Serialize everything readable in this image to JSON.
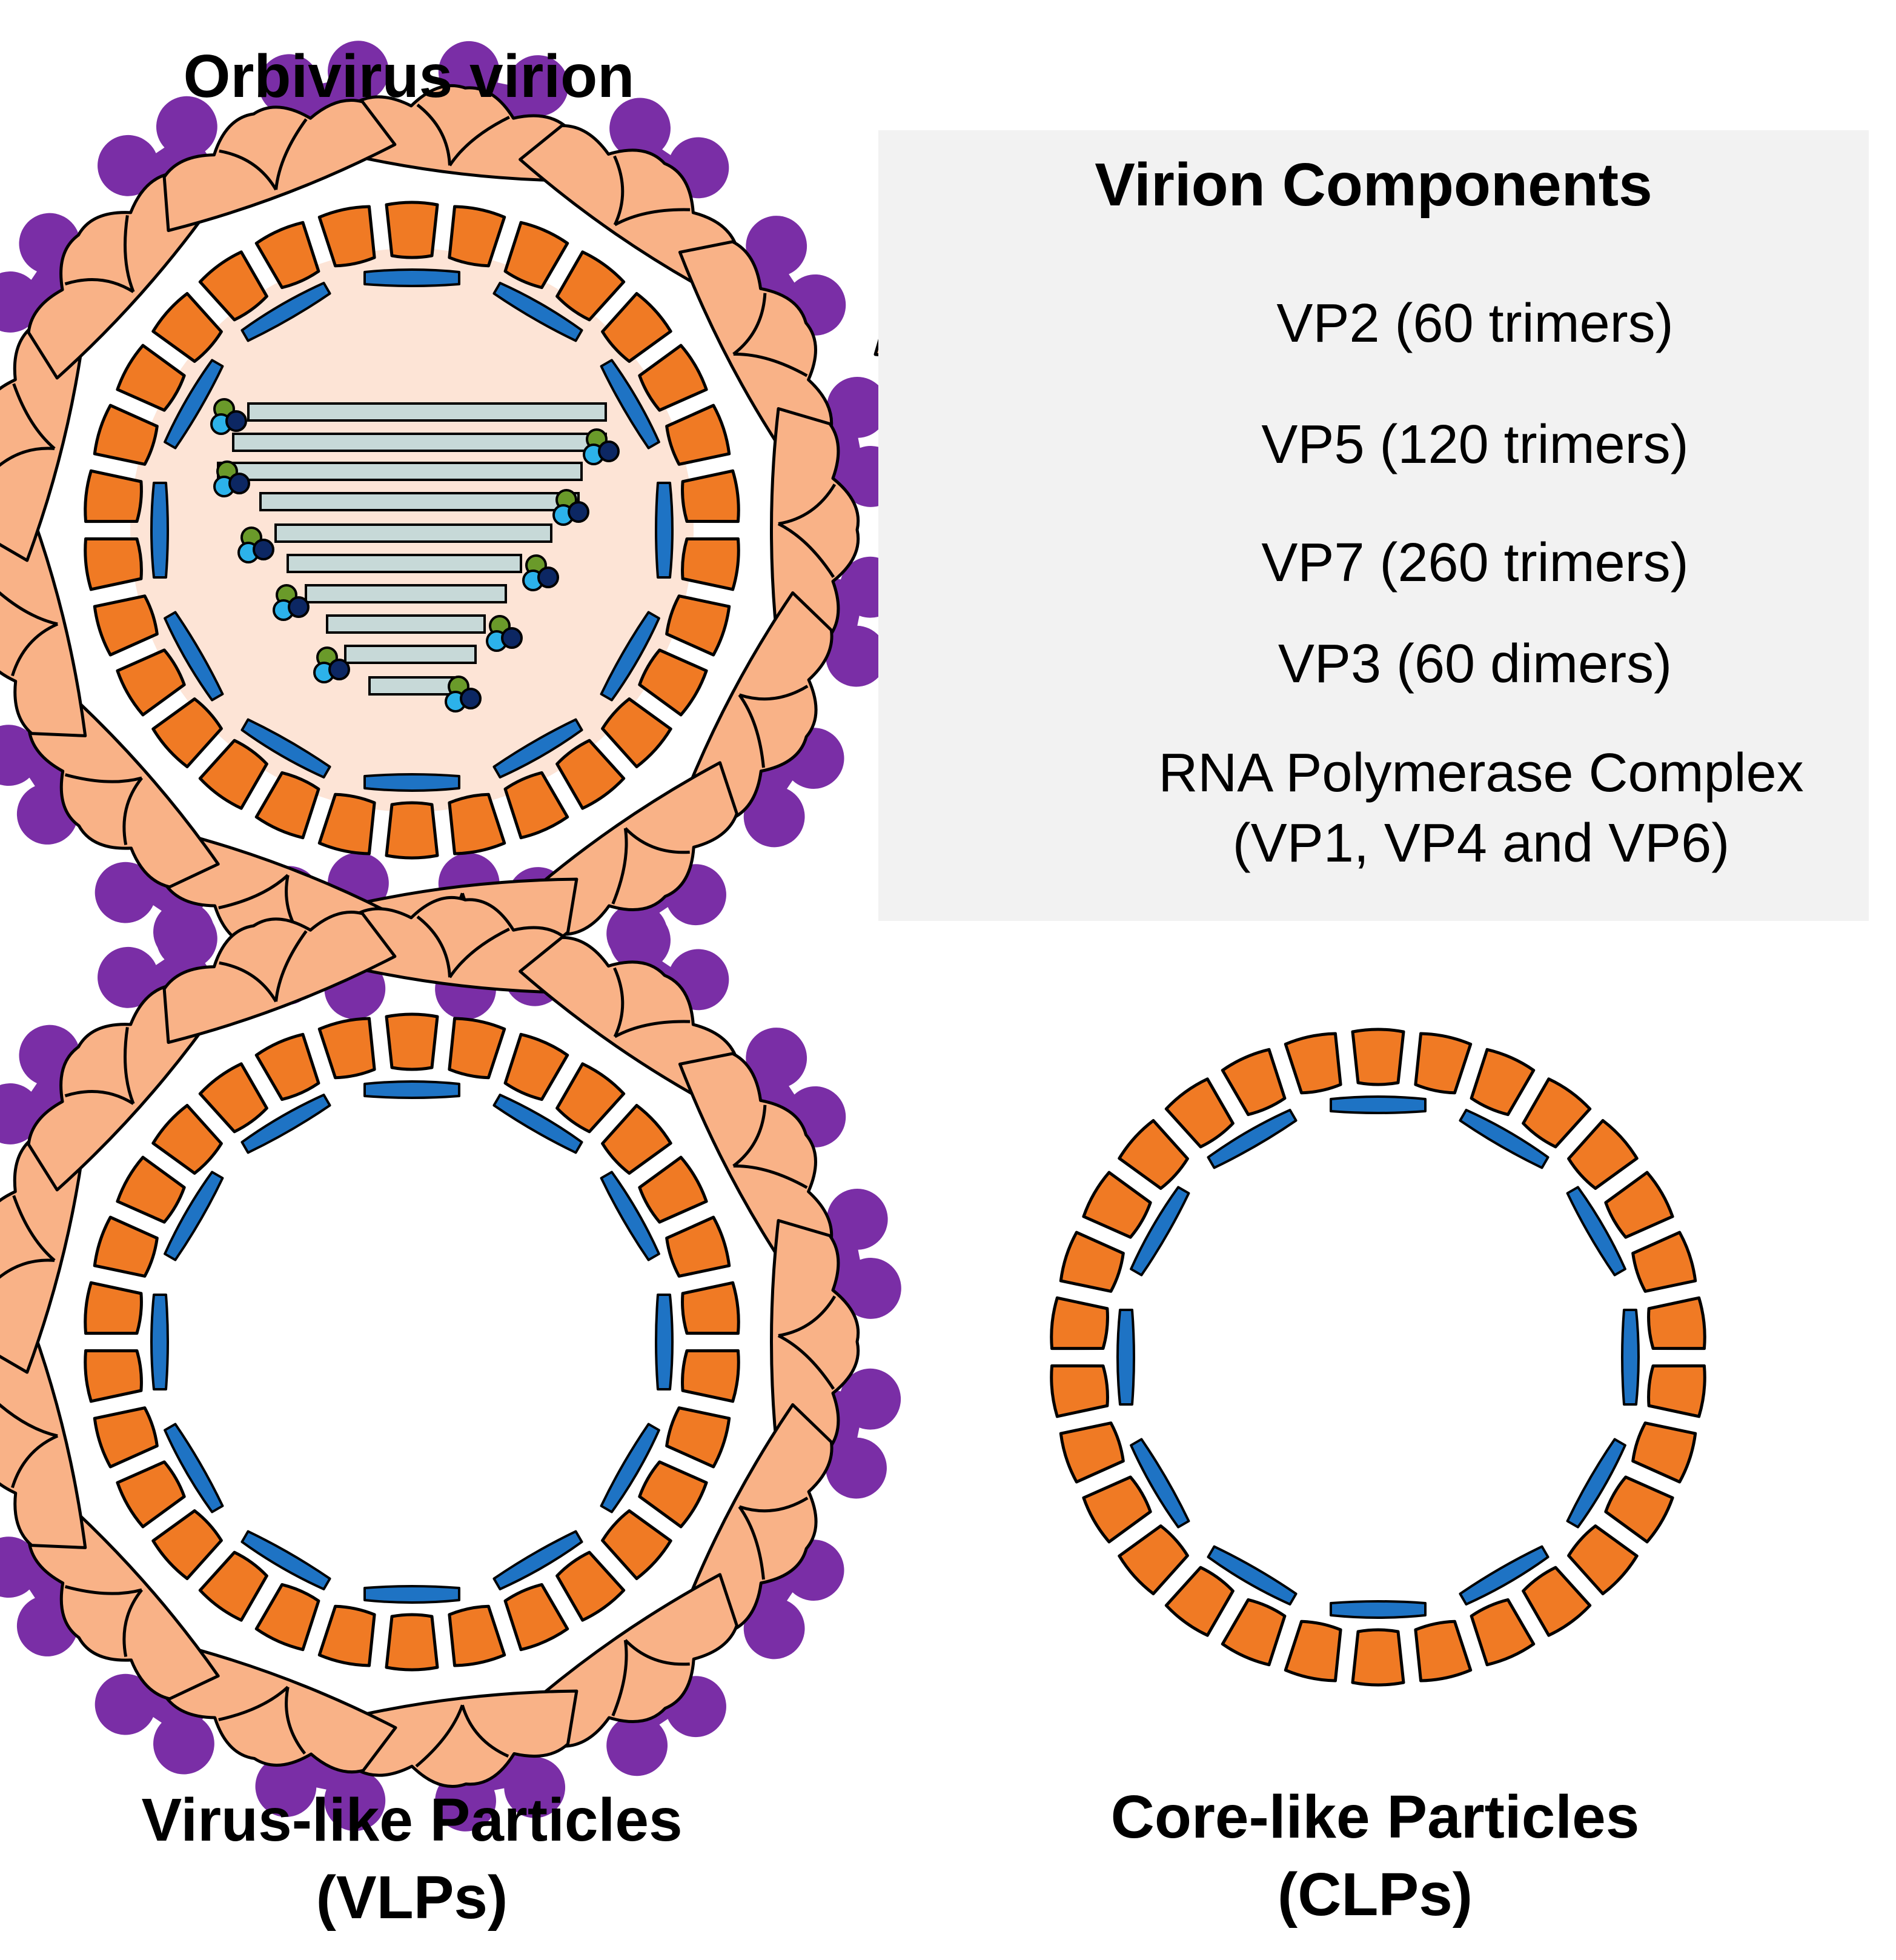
{
  "titles": {
    "virion": "Orbivirus virion",
    "vlp_line1": "Virus-like Particles",
    "vlp_line2": "(VLPs)",
    "clp_line1": "Core-like Particles",
    "clp_line2": "(CLPs)"
  },
  "legend": {
    "title": "Virion Components",
    "items": [
      {
        "icon": "vp2-icon",
        "label": "VP2 (60 trimers)"
      },
      {
        "icon": "vp5-icon",
        "label": "VP5 (120 trimers)"
      },
      {
        "icon": "vp7-icon",
        "label": "VP7 (260 trimers)"
      },
      {
        "icon": "vp3-icon",
        "label": "VP3 (60 dimers)"
      },
      {
        "icon": "rna-polymerase-icon",
        "label_line1": "RNA Polymerase Complex",
        "label_line2": "(VP1, VP4 and VP6)"
      }
    ]
  },
  "colors": {
    "vp2": "#f9b287",
    "vp5": "#7a2ea6",
    "vp7": "#f07a24",
    "vp3": "#1e73c4",
    "core": "#fde4d6",
    "rna": "#c7d9d8",
    "pol_green": "#6a9a2a",
    "pol_cyan": "#2cb2ea",
    "pol_navy": "#0c2763",
    "legend_bg": "#f2f2f2"
  }
}
